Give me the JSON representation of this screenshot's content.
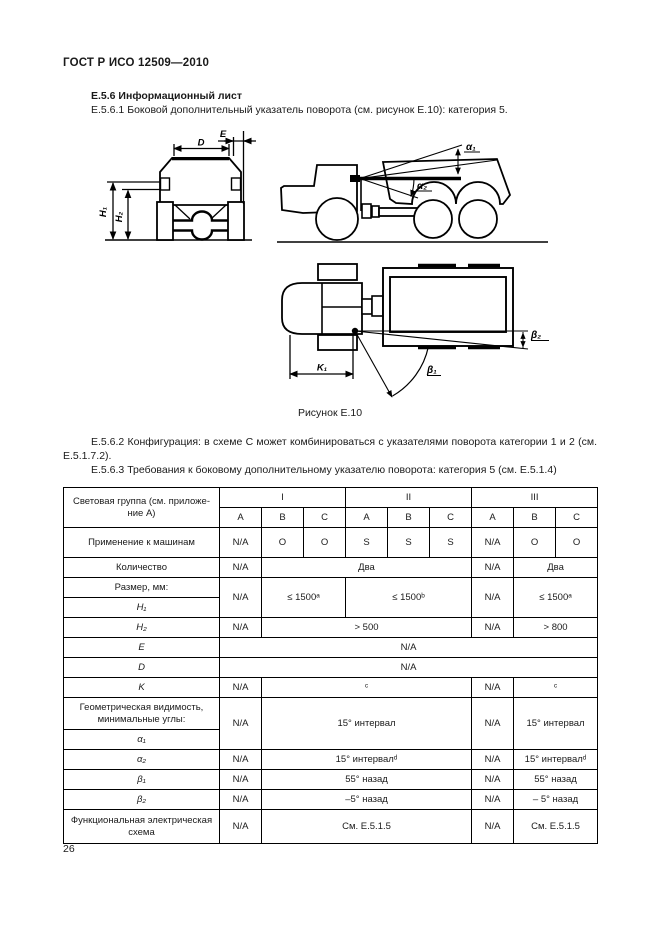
{
  "page": {
    "header": "ГОСТ Р ИСО 12509—2010",
    "page_number": "26"
  },
  "sections": {
    "s56_title": "Е.5.6 Информационный лист",
    "s561": "Е.5.6.1 Боковой дополнительный указатель поворота (см. рисунок Е.10): категория 5.",
    "figure_caption": "Рисунок Е.10",
    "s562": "Е.5.6.2 Конфигурация: в схеме С может комбинироваться с указателями поворота категории 1 и 2 (см. Е.5.1.7.2).",
    "s563": "Е.5.6.3 Требования к боковому дополнительному указателю поворота: категория 5 (см. Е.5.1.4)"
  },
  "figure": {
    "labels": {
      "E": "E",
      "D": "D",
      "H1": "H₁",
      "H2": "H₂",
      "a1": "α₁",
      "a2": "α₂",
      "b1": "β₁",
      "b2": "β₂",
      "K1": "K₁"
    }
  },
  "table": {
    "header": {
      "col1": "Световая группа (см. приложе­ние А)",
      "groups": [
        "I",
        "II",
        "III"
      ],
      "subcols": [
        "A",
        "B",
        "C",
        "A",
        "B",
        "C",
        "A",
        "B",
        "C"
      ]
    },
    "rows": {
      "application": {
        "label": "Применение к машинам",
        "cells": [
          "N/A",
          "O",
          "O",
          "S",
          "S",
          "S",
          "N/A",
          "O",
          "O"
        ]
      },
      "quantity": {
        "label": "Количество",
        "cells": [
          "N/A",
          "Два",
          "N/A",
          "Два"
        ]
      },
      "size_group_label": "Размер, мм:",
      "h1": {
        "label": "H₁",
        "cells": [
          "N/A",
          "≤ 1500ᵃ",
          "≤ 1500ᵇ",
          "N/A",
          "≤ 1500ᵃ"
        ]
      },
      "h2": {
        "label": "H₂",
        "cells": [
          "N/A",
          "> 500",
          "N/A",
          "> 800"
        ]
      },
      "e": {
        "label": "E",
        "cells": [
          "N/A"
        ]
      },
      "d": {
        "label": "D",
        "cells": [
          "N/A"
        ]
      },
      "k": {
        "label": "K",
        "cells": [
          "N/A",
          "ᶜ",
          "N/A",
          "ᶜ"
        ]
      },
      "vis_group_label": "Геометрическая видимость, минимальные углы:",
      "a1": {
        "label": "α₁",
        "cells": [
          "N/A",
          "15° интервал",
          "N/A",
          "15° интервал"
        ]
      },
      "a2": {
        "label": "α₂",
        "cells": [
          "N/A",
          "15° интервалᵈ",
          "N/A",
          "15° интервалᵈ"
        ]
      },
      "b1": {
        "label": "β₁",
        "cells": [
          "N/A",
          "55° назад",
          "N/A",
          "55° назад"
        ]
      },
      "b2": {
        "label": "β₂",
        "cells": [
          "N/A",
          "–5° назад",
          "N/A",
          "– 5° назад"
        ]
      },
      "func": {
        "label": "Функциональная электричес­кая схема",
        "cells": [
          "N/A",
          "См. Е.5.1.5",
          "N/A",
          "См. Е.5.1.5"
        ]
      }
    }
  }
}
